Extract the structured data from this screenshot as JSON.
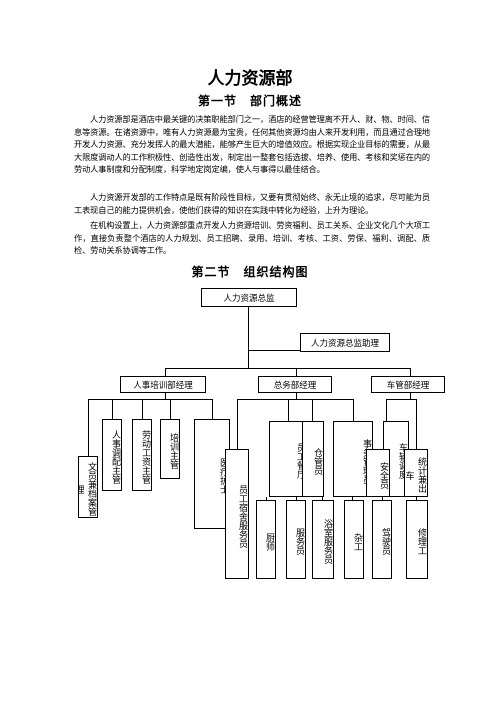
{
  "doc": {
    "title": "人力资源部",
    "section1": "第一节　部门概述",
    "p1": "人力资源部是酒店中最关键的决策职能部门之一，酒店的经营管理离不开人、财、物、时间、信息等资源。在诸资源中，唯有人力资源最为宝贵，任何其他资源均由人来开发利用，而且通过合理地开发人力资源、充分发挥人的最大潜能，能够产生巨大的增值效应。根据实现企业目标的需要，从最大限度调动人的工作积极性、创造性出发，制定出一整套包括选拔、培养、使用、考核和奖惩在内的劳动人事制度和分配制度，科学地定岗定编，使人与事得以最佳结合。",
    "p2": "人力资源开发部的工作特点是既有阶段性目标，又要有贯彻始终、永无止境的追求，尽可能为员工表现自己的能力提供机会，使他们获得的知识在实践中转化为经验，上升为理论。",
    "p3": "在机构设置上，人力资源部重点开发人力资源培训、劳资福利、员工关系、企业文化几个大项工作，直接负责整个酒店的人力规划、员工招聘、录用、培训、考核、工资、劳保、福利、调配、质检、劳动关系协调等工作。",
    "section2": "第二节　组织结构图"
  },
  "org": {
    "director": "人力资源总监",
    "assistant": "人力资源总监助理",
    "hr_mgr": "人事培训部经理",
    "ga_mgr": "总务部经理",
    "fleet_mgr": "车管部经理",
    "hr_children": [
      "文员兼档案管理",
      "人事调配主管",
      "劳动工资主管",
      "培训主管",
      "医疗护士"
    ],
    "ga_children": [
      "员工宿舍服务员",
      "员工餐厅",
      "仓管员",
      "厨师",
      "服务员",
      "浴室服务员",
      "事务管理员",
      "杂工"
    ],
    "fleet_children": [
      "车辆调度",
      "安全员",
      "统计兼出车",
      "驾驶员",
      "修理工"
    ]
  }
}
